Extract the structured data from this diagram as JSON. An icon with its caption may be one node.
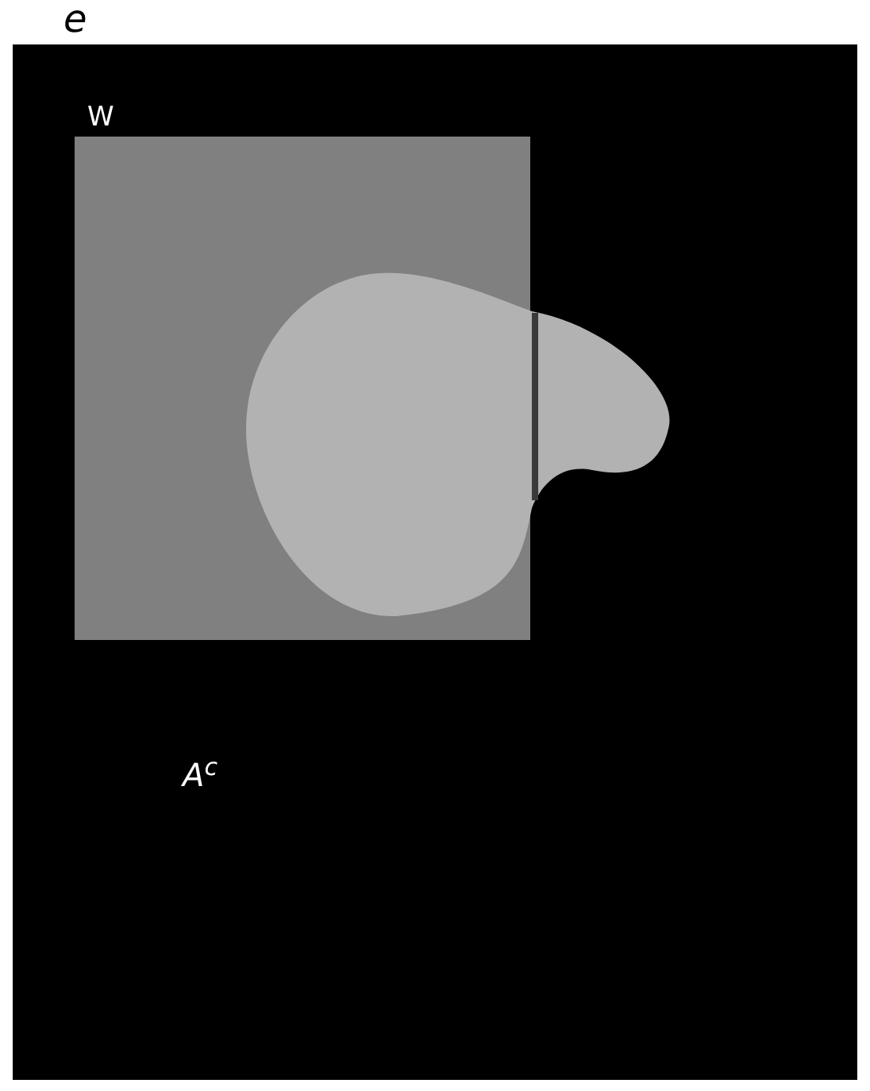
{
  "diagram": {
    "nodes": [
      {
        "text": [
          "e",
          "A$^{c}$"
        ]
      },
      {
        "text": [
          "W"
        ],
        "in": 0
      },
      {
        "text": [],
        "shape": "blob",
        "in": 0
      }
    ]
  }
}
